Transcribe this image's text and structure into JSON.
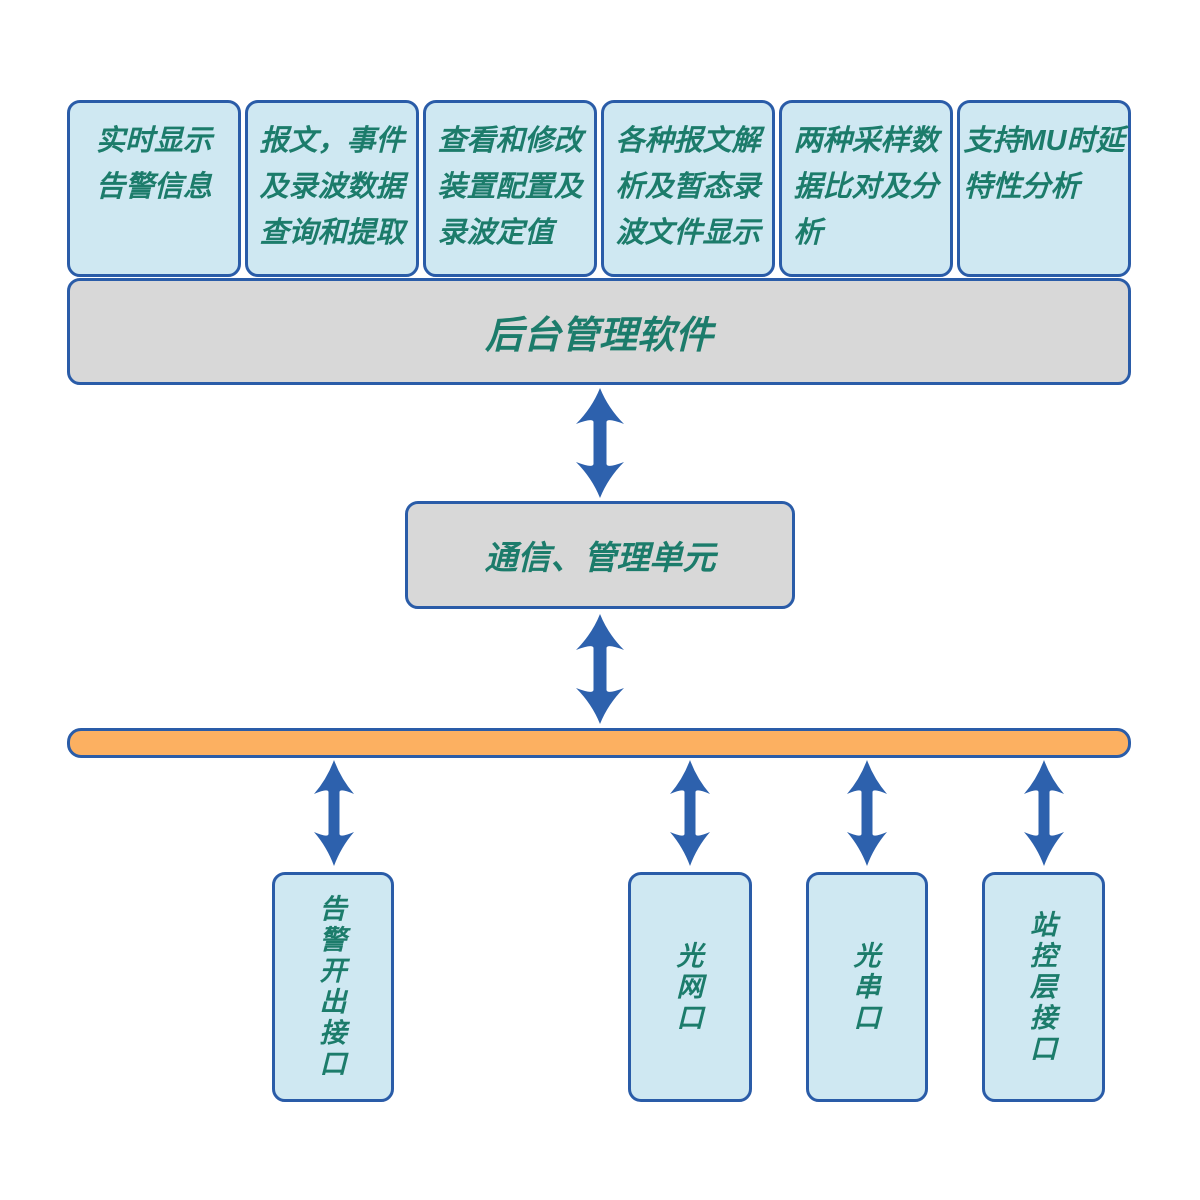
{
  "diagram": {
    "feature_boxes": [
      {
        "label": "实时显示\n告警信息"
      },
      {
        "label": "报文，事件\n及录波数据\n查询和提取"
      },
      {
        "label": "查看和修改\n装置配置及\n录波定值"
      },
      {
        "label": "各种报文解\n析及暂态录\n波文件显示"
      },
      {
        "label": "两种采样数\n据比对及分\n析"
      },
      {
        "label": "支持MU时延\n特性分析"
      }
    ],
    "backend_box": {
      "label": "后台管理软件"
    },
    "comm_unit_box": {
      "label": "通信、管理单元"
    },
    "port_boxes": [
      {
        "label": "告警开出接口"
      },
      {
        "label": "光网口"
      },
      {
        "label": "光串口"
      },
      {
        "label": "站控层接口"
      }
    ],
    "colors": {
      "box_border_blue": "#2a5ca8",
      "light_blue_fill": "#cfe8f2",
      "gray_fill": "#d8d8d8",
      "orange_bus_fill": "#fcb061",
      "arrow_blue": "#2d61ad",
      "text_teal": "#1c7c6b"
    }
  }
}
